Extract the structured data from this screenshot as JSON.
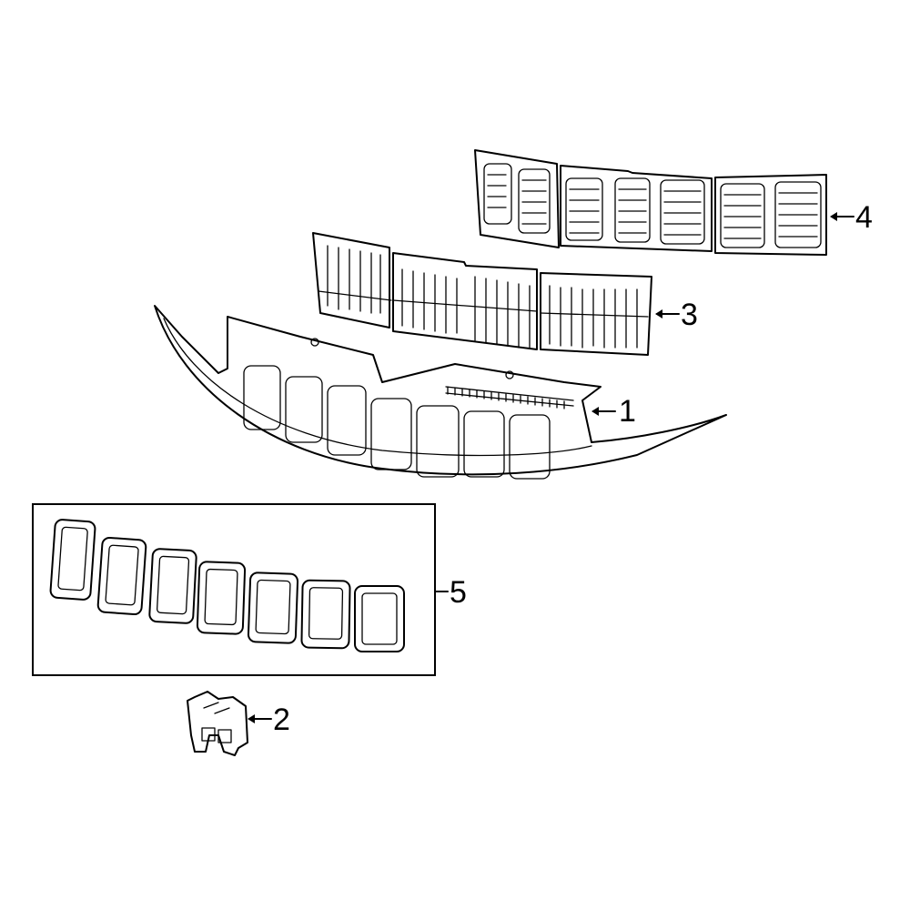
{
  "diagram": {
    "type": "exploded-parts-diagram",
    "subject": "Front grille assembly",
    "highlight_color": "#3b5fc6",
    "line_color": "#000000",
    "background": "#ffffff"
  },
  "callouts": [
    {
      "id": "1",
      "label": "1",
      "part": "grille-assembly"
    },
    {
      "id": "2",
      "label": "2",
      "part": "mounting-bracket"
    },
    {
      "id": "3",
      "label": "3",
      "part": "grille-insert-backing-highlighted"
    },
    {
      "id": "4",
      "label": "4",
      "part": "grille-mesh-insert"
    },
    {
      "id": "5",
      "label": "5",
      "part": "grille-surround-ring-set"
    }
  ],
  "ring_set": {
    "count": 7
  }
}
